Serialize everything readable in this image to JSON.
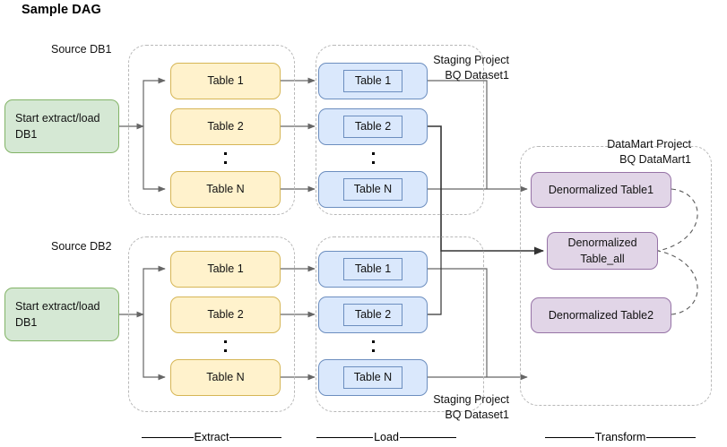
{
  "title": "Sample DAG",
  "captions": {
    "source_db1": "Source DB1",
    "source_db2": "Source DB2",
    "staging_top": "Staging Project\nBQ Dataset1",
    "staging_bottom": "Staging Project\nBQ Dataset1",
    "datamart": "DataMart Project\nBQ DataMart1"
  },
  "start_nodes": [
    {
      "label": "Start extract/load DB1"
    },
    {
      "label": "Start extract/load DB1"
    }
  ],
  "extract_group_1": {
    "tables": [
      "Table 1",
      "Table 2",
      "Table N"
    ]
  },
  "extract_group_2": {
    "tables": [
      "Table 1",
      "Table 2",
      "Table N"
    ]
  },
  "load_group_1": {
    "tables": [
      "Table 1",
      "Table 2",
      "Table N"
    ]
  },
  "load_group_2": {
    "tables": [
      "Table 1",
      "Table 2",
      "Table N"
    ]
  },
  "datamart_nodes": [
    {
      "label": "Denormalized Table1"
    },
    {
      "label_line1": "Denormalized",
      "label_line2": "Table_all"
    },
    {
      "label": "Denormalized Table2"
    }
  ],
  "phases": [
    {
      "label": "Extract"
    },
    {
      "label": "Load"
    },
    {
      "label": "Transform"
    }
  ],
  "colors": {
    "green_fill": "#d5e8d4",
    "green_stroke": "#82b366",
    "yellow_fill": "#fff2cc",
    "yellow_stroke": "#d6b656",
    "blue_fill": "#dae8fc",
    "blue_stroke": "#6c8ebf",
    "purple_fill": "#e1d5e7",
    "purple_stroke": "#9673a6",
    "group_stroke": "#b8b8b8",
    "edge_stroke": "#666666"
  }
}
